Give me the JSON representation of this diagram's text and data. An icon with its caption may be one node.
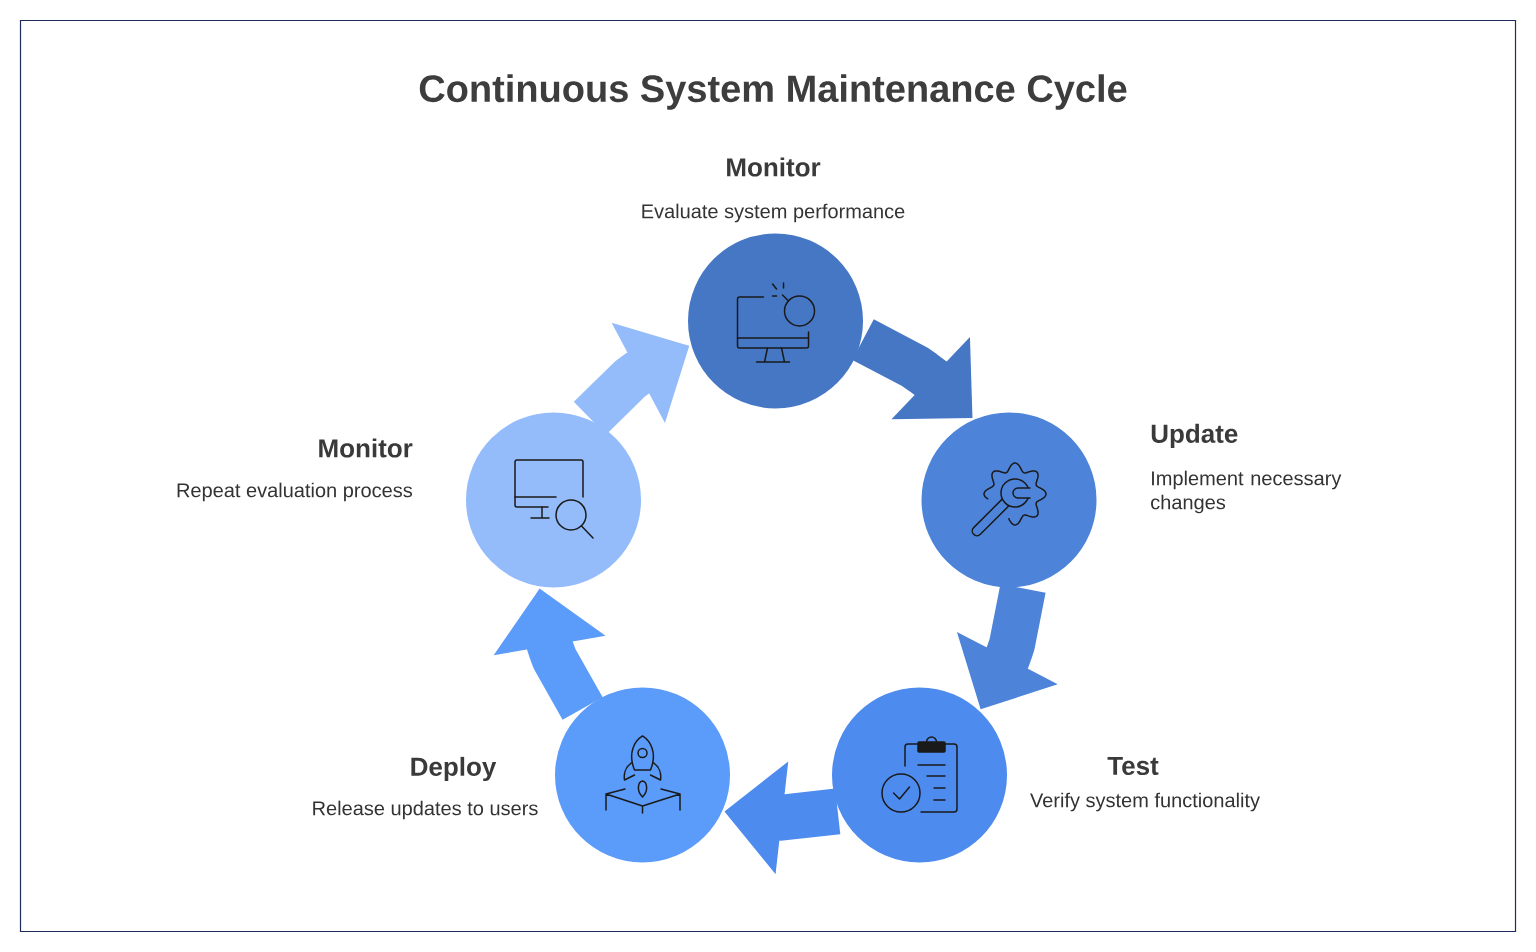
{
  "diagram": {
    "title": "Continuous System Maintenance Cycle",
    "nodes": [
      {
        "text": [
          "Monitor",
          "Evaluate system performance"
        ]
      },
      {
        "text": [
          "Update",
          "Implement necessary changes"
        ]
      },
      {
        "text": [
          "Test",
          "Verify system functionality"
        ]
      },
      {
        "text": [
          "Deploy",
          "Release updates to users"
        ]
      },
      {
        "text": [
          "Monitor",
          "Repeat evaluation process"
        ]
      }
    ],
    "edges": [
      {
        "from": 0,
        "to": 1,
        "arrow": "to",
        "color": "#4677c4"
      },
      {
        "from": 1,
        "to": 2,
        "arrow": "to",
        "color": "#4d84d9"
      },
      {
        "from": 2,
        "to": 3,
        "arrow": "to",
        "color": "#4d8bef"
      },
      {
        "from": 3,
        "to": 4,
        "arrow": "to",
        "color": "#5b9bfa"
      },
      {
        "from": 4,
        "to": 0,
        "arrow": "to",
        "color": "#94bcfb"
      }
    ]
  }
}
